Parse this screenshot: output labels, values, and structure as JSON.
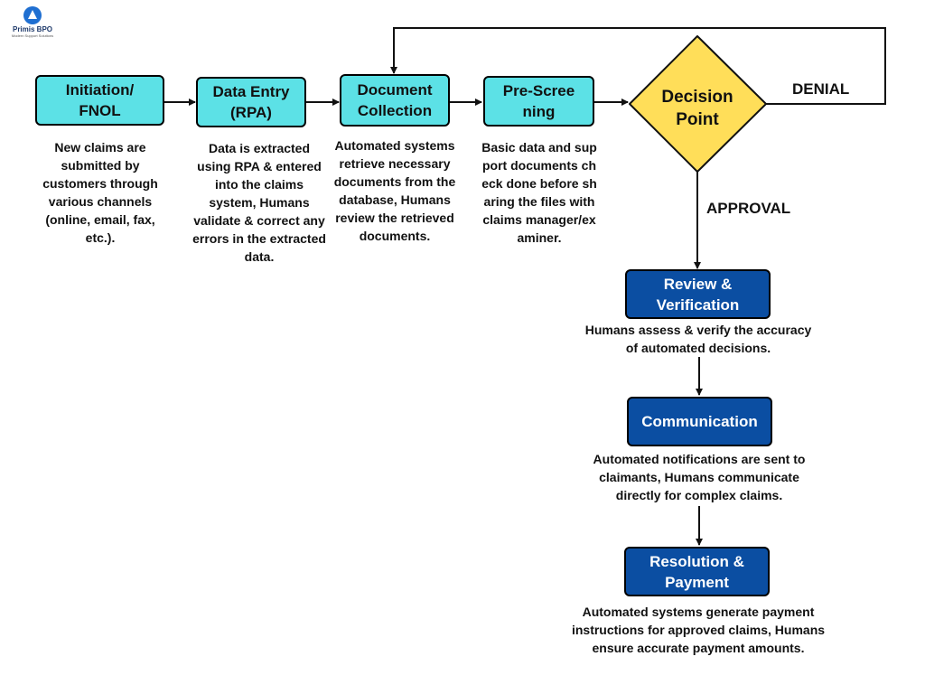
{
  "logo": {
    "brand": "Primis BPO",
    "tagline": "Modern Support Solutions"
  },
  "steps": {
    "initiation": {
      "title": "Initiation/ FNOL",
      "desc": "New claims are submitted by customers through various channels (online, email, fax, etc.)."
    },
    "data_entry": {
      "title": "Data Entry (RPA)",
      "desc": "Data is extracted using RPA & entered into the claims system, Humans validate & correct any errors in the extracted data."
    },
    "document_collection": {
      "title": "Document Collection",
      "desc": "Automated systems retrieve necessary documents from the database, Humans review the retrieved documents."
    },
    "pre_screening": {
      "title": "Pre-Screening",
      "desc": "Basic data and support documents check done before sharing the files with claims manager/examiner."
    },
    "decision": {
      "title": "Decision Point"
    },
    "review": {
      "title": "Review & Verification",
      "desc": "Humans assess & verify the accuracy of automated decisions."
    },
    "communication": {
      "title": "Communication",
      "desc": "Automated notifications are sent to claimants, Humans communicate directly for complex claims."
    },
    "resolution": {
      "title": "Resolution & Payment",
      "desc": "Automated systems generate payment instructions for approved claims, Humans ensure accurate payment amounts."
    }
  },
  "labels": {
    "denial": "DENIAL",
    "approval": "APPROVAL"
  },
  "colors": {
    "process_box": "#5ce1e6",
    "action_box": "#0b4ea2",
    "decision": "#ffde59",
    "text": "#111111"
  }
}
